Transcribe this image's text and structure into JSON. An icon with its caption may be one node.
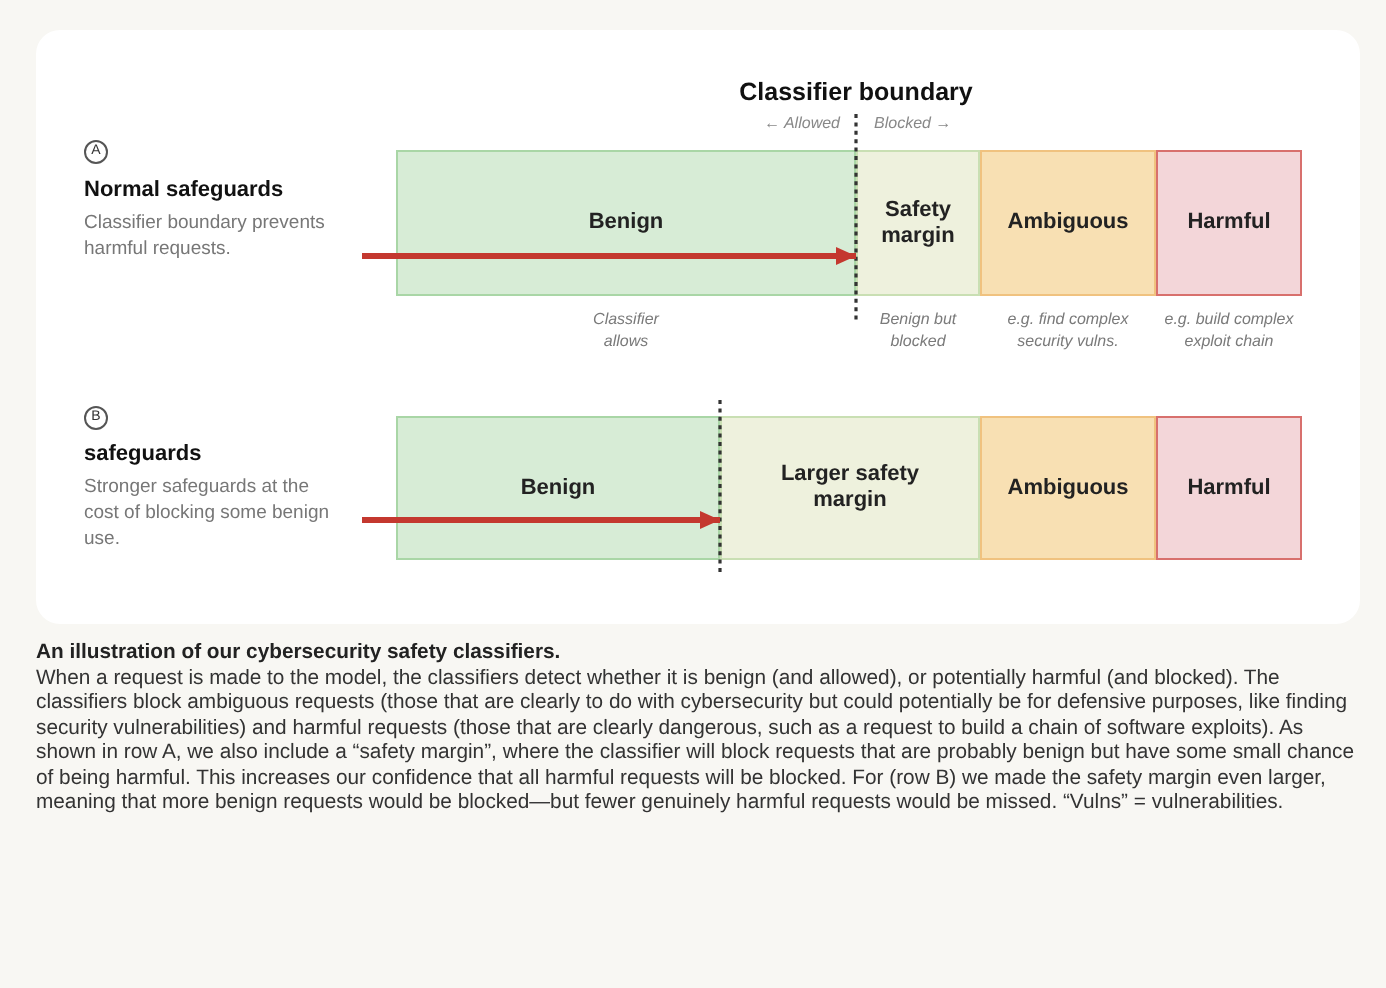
{
  "diagram": {
    "caption": "An illustration of our cybersecurity safety classifiers.",
    "nodes": [
      {
        "text": [
          "A"
        ]
      },
      {
        "text": [
          "Benign"
        ],
        "beside": [
          "Classifier allows"
        ]
      },
      {
        "text": [
          "Safety margin"
        ],
        "beside": [
          "Benign but blocked"
        ]
      },
      {
        "text": [
          "Ambiguous"
        ],
        "beside": [
          "e.g. find complex security vulns."
        ]
      },
      {
        "text": [
          "Harmful"
        ],
        "beside": [
          "e.g. build complex exploit chain"
        ]
      },
      {
        "text": [
          "B"
        ]
      },
      {
        "text": [
          "Benign"
        ]
      },
      {
        "text": [
          "Larger safety margin"
        ]
      },
      {
        "text": [
          "Ambiguous"
        ]
      },
      {
        "text": [
          "Harmful"
        ]
      }
    ],
    "edges": [
      {
        "from": null,
        "to": 2,
        "arrow": "to"
      },
      {
        "from": null,
        "to": 7,
        "arrow": "to"
      }
    ],
    "labels": [
      "Classifier boundary",
      "← Allowed",
      "Blocked →",
      "Normal safeguards",
      "Classifier boundary prevents harmful requests.",
      "safeguards",
      "Stronger safeguards at the cost of blocking some benign use.",
      "When a request is made to the model, the classifiers detect whether it is benign (and allowed), or potentially harmful (and blocked). The classifiers block ambiguous requests (those that are clearly to do with cybersecurity but could potentially be for defensive purposes, like finding security vulnerabilities) and harmful requests (those that are clearly dangerous, such as a request to build a chain of software exploits). As shown in row A, we also include a “safety margin”, where the classifier will block requests that are probably benign but have some small chance of being harmful. This increases our confidence that all harmful requests will be blocked. For (row B) we made the safety margin even larger, meaning that more benign requests would be blocked—but fewer genuinely harmful requests would be missed. “Vulns” = vulnerabilities."
    ]
  }
}
